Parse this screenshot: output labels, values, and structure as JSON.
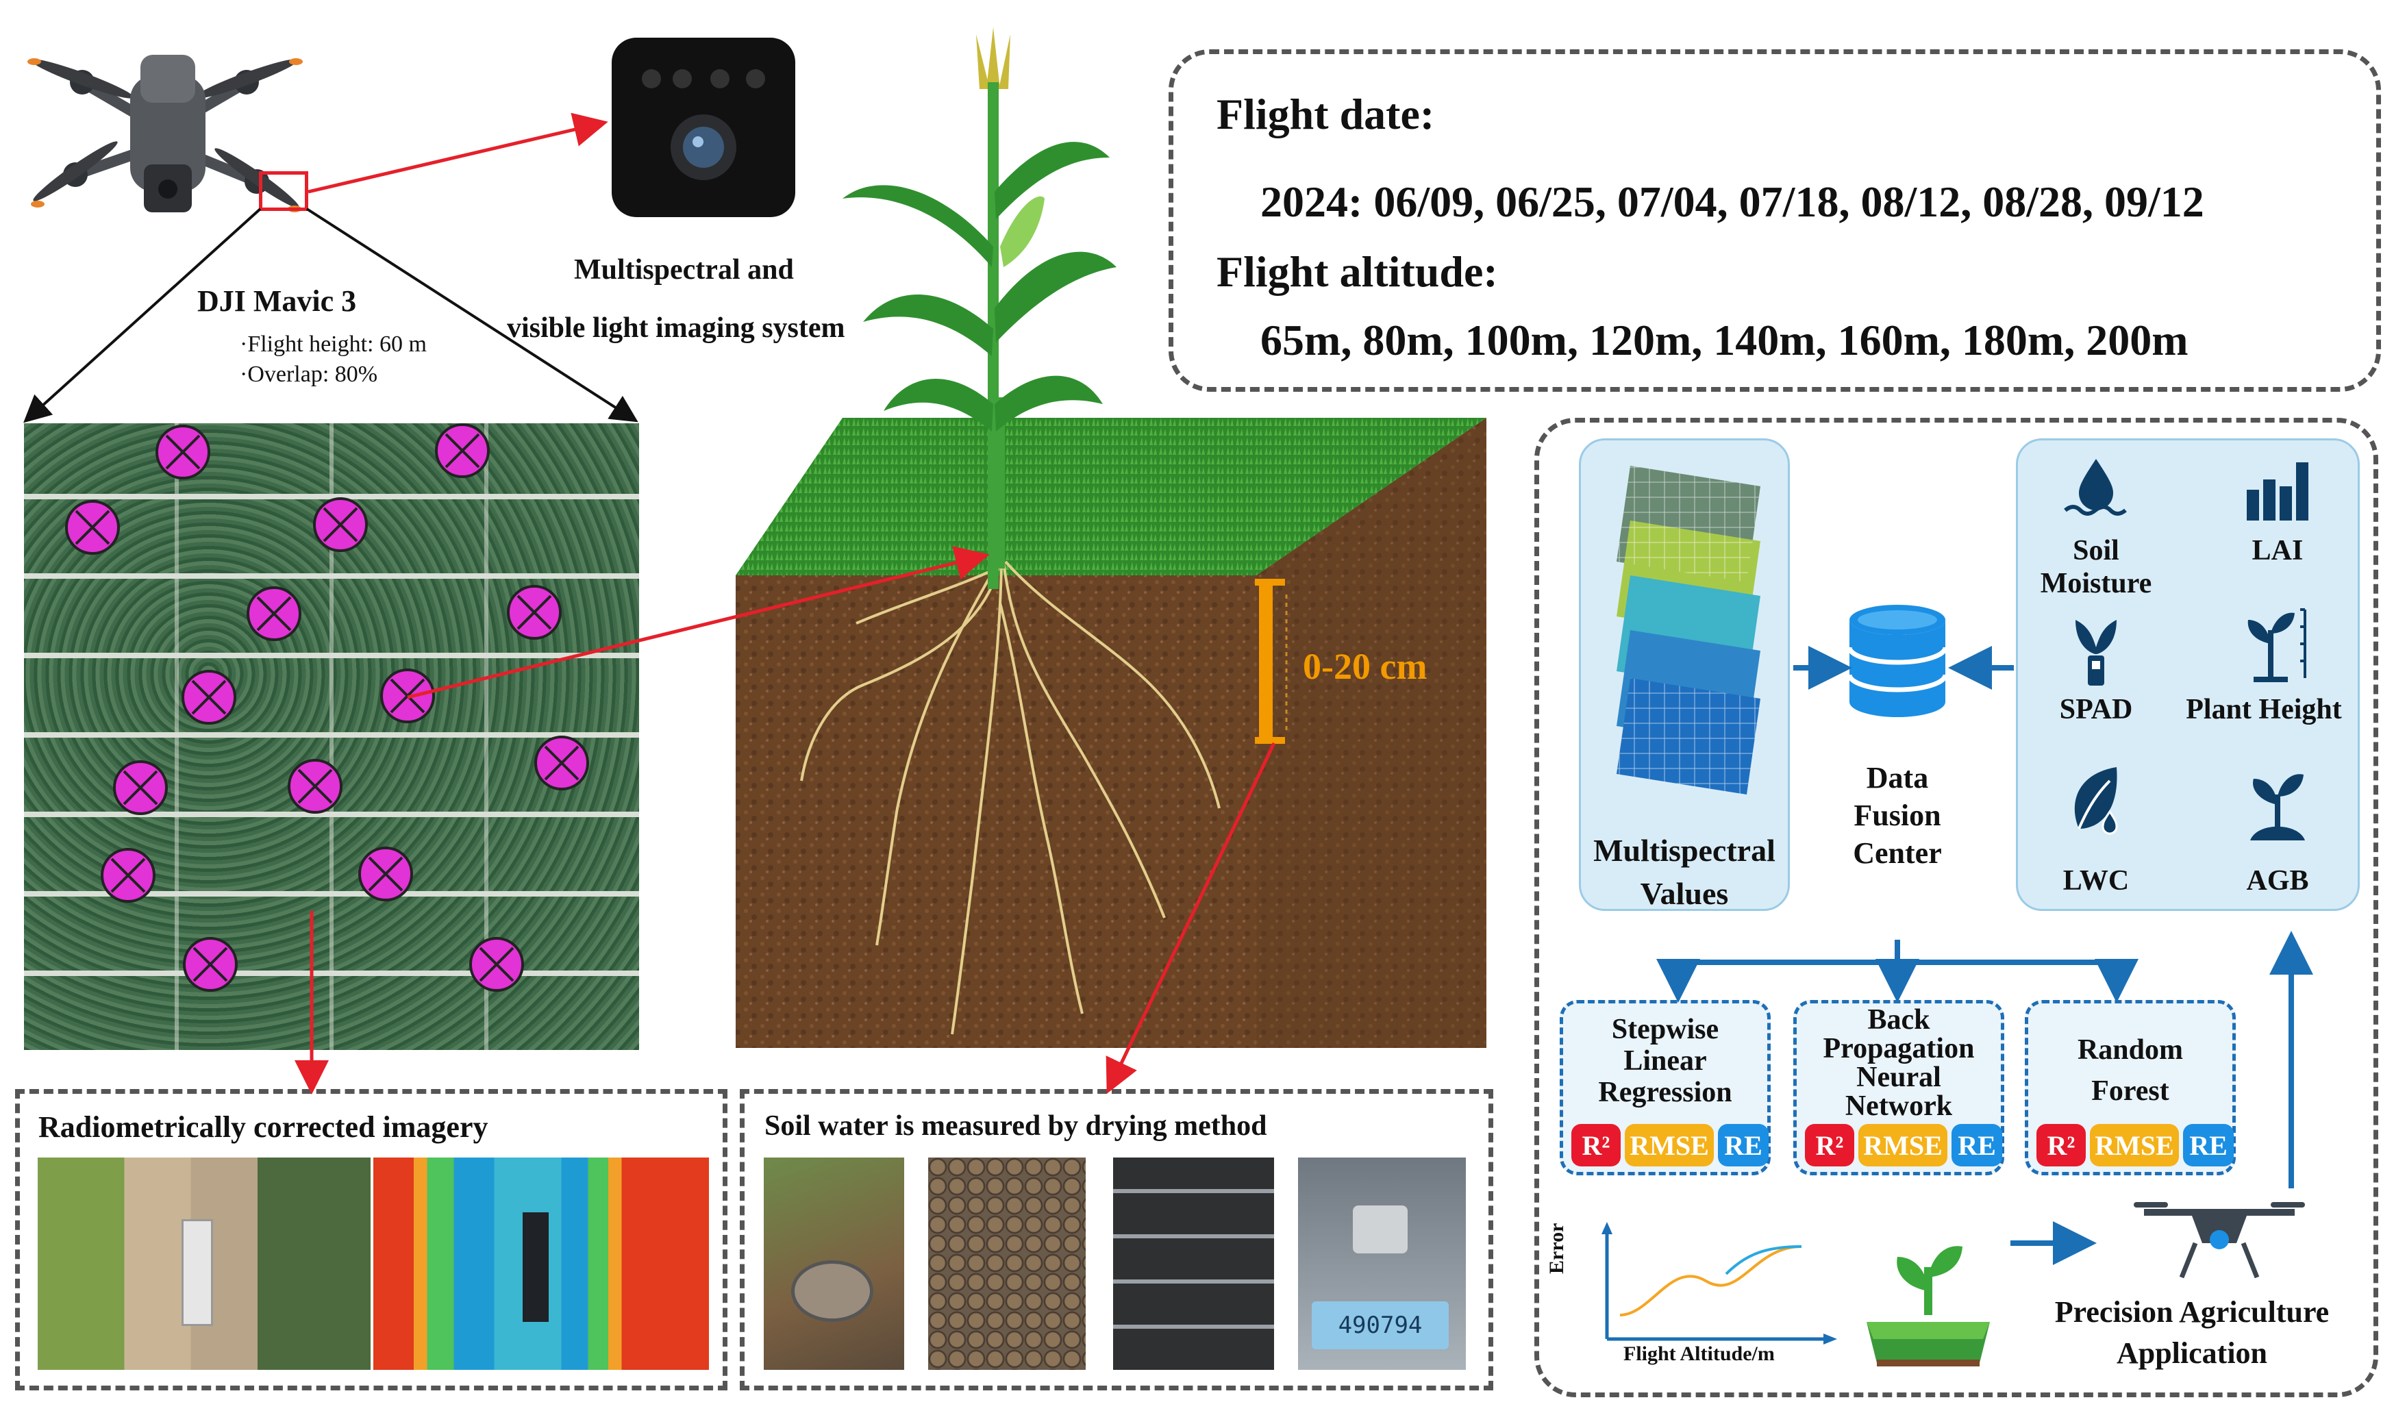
{
  "drone": {
    "name": "DJI Mavic 3",
    "specs": [
      "·Flight height: 60 m",
      "·Overlap: 80%"
    ],
    "camera_label_line1": "Multispectral and",
    "camera_label_line2": "visible light imaging system"
  },
  "flight_info": {
    "date_label": "Flight date:",
    "dates": "2024: 06/09, 06/25, 07/04, 07/18, 08/12, 08/28, 09/12",
    "altitude_label": "Flight altitude:",
    "altitudes": "65m, 80m, 100m, 120m, 140m, 160m, 180m, 200m"
  },
  "soil": {
    "depth_label": "0-20 cm"
  },
  "panels": {
    "radiometric": "Radiometrically corrected imagery",
    "soil_water": "Soil water is measured by drying method"
  },
  "scale_reading": "490794",
  "fusion": {
    "left_label_1": "Multispectral",
    "left_label_2": "Values",
    "center_1": "Data",
    "center_2": "Fusion",
    "center_3": "Center",
    "indicators": [
      "Soil Moisture",
      "LAI",
      "SPAD",
      "Plant Height",
      "LWC",
      "AGB"
    ]
  },
  "models": [
    {
      "lines": [
        "Stepwise",
        "Linear",
        "Regression"
      ]
    },
    {
      "lines": [
        "Back",
        "Propagation",
        "Neural",
        "Network"
      ]
    },
    {
      "lines": [
        "Random",
        "Forest"
      ]
    }
  ],
  "metrics": [
    "R²",
    "RMSE",
    "RE"
  ],
  "error_chart": {
    "ylabel": "Error",
    "xlabel": "Flight Altitude/m"
  },
  "application": {
    "line1": "Precision Agriculture",
    "line2": "Application"
  },
  "colors": {
    "accent_blue": "#1b6fb5",
    "metric_red": "#e8192c",
    "metric_yellow": "#f5b118",
    "metric_blue": "#1b8fe4",
    "marker_magenta": "#e233d6",
    "arrow_red": "#e5202a",
    "depth_orange": "#f39a00"
  }
}
